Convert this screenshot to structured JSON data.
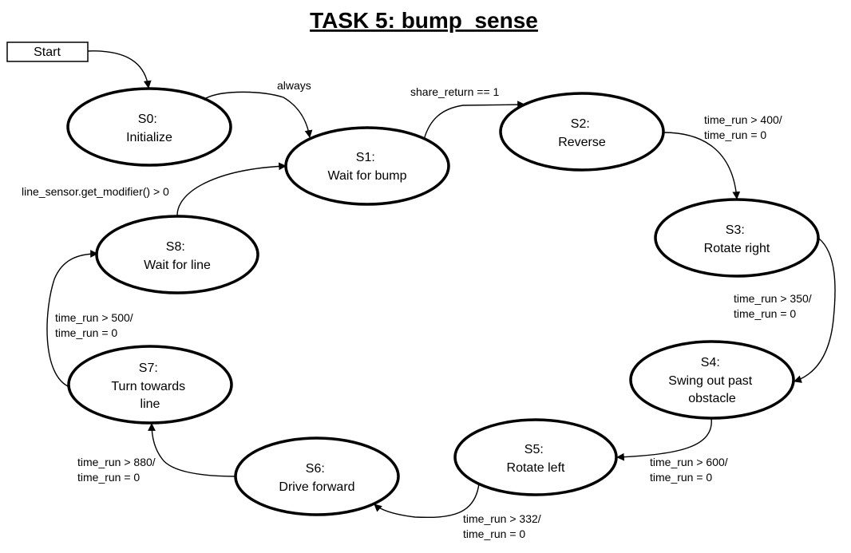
{
  "title": "TASK 5: bump_sense",
  "start_label": "Start",
  "states": [
    {
      "id": "S0",
      "lines": [
        "S0:",
        "Initialize"
      ]
    },
    {
      "id": "S1",
      "lines": [
        "S1:",
        "Wait for bump"
      ]
    },
    {
      "id": "S2",
      "lines": [
        "S2:",
        "Reverse"
      ]
    },
    {
      "id": "S3",
      "lines": [
        "S3:",
        "Rotate right"
      ]
    },
    {
      "id": "S4",
      "lines": [
        "S4:",
        "Swing out past",
        "obstacle"
      ]
    },
    {
      "id": "S5",
      "lines": [
        "S5:",
        "Rotate left"
      ]
    },
    {
      "id": "S6",
      "lines": [
        "S6:",
        "Drive forward"
      ]
    },
    {
      "id": "S7",
      "lines": [
        "S7:",
        "Turn towards",
        "line"
      ]
    },
    {
      "id": "S8",
      "lines": [
        "S8:",
        "Wait for line"
      ]
    }
  ],
  "transitions": [
    {
      "from": "Start",
      "to": "S0",
      "lines": []
    },
    {
      "from": "S0",
      "to": "S1",
      "lines": [
        "always"
      ]
    },
    {
      "from": "S1",
      "to": "S2",
      "lines": [
        "share_return == 1"
      ]
    },
    {
      "from": "S2",
      "to": "S3",
      "lines": [
        "time_run > 400/",
        "time_run = 0"
      ]
    },
    {
      "from": "S3",
      "to": "S4",
      "lines": [
        "time_run > 350/",
        "time_run = 0"
      ]
    },
    {
      "from": "S4",
      "to": "S5",
      "lines": [
        "time_run > 600/",
        "time_run = 0"
      ]
    },
    {
      "from": "S5",
      "to": "S6",
      "lines": [
        "time_run > 332/",
        "time_run = 0"
      ]
    },
    {
      "from": "S6",
      "to": "S7",
      "lines": [
        "time_run > 880/",
        "time_run = 0"
      ]
    },
    {
      "from": "S7",
      "to": "S8",
      "lines": [
        "time_run > 500/",
        "time_run = 0"
      ]
    },
    {
      "from": "S8",
      "to": "S1",
      "lines": [
        "line_sensor.get_modifier() > 0"
      ]
    }
  ]
}
